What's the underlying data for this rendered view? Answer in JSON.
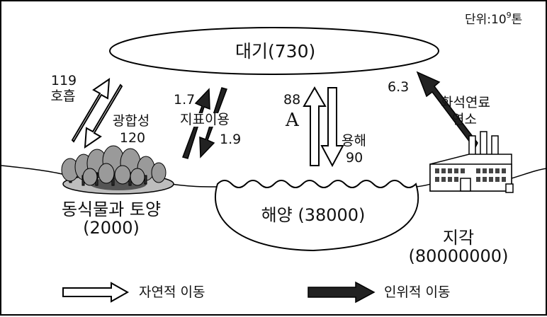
{
  "unit": {
    "prefix": "단위:10",
    "exponent": "9",
    "suffix": "톤"
  },
  "atmosphere": {
    "label": "대기(730)",
    "value": 730
  },
  "respiration": {
    "value": "119",
    "label": "호흡"
  },
  "photosynthesis": {
    "label": "광합성",
    "value": "120"
  },
  "land_use": {
    "value_in": "1.7",
    "label": "지표이용",
    "value_out": "1.9"
  },
  "ocean_exchange": {
    "value_up": "88",
    "unknown": "A",
    "label": "용해",
    "value_down": "90"
  },
  "fossil_fuel": {
    "value": "6.3",
    "label_line1": "화석연료",
    "label_line2": "연소"
  },
  "biosphere": {
    "label": "동식물과 토양",
    "value": "(2000)"
  },
  "ocean": {
    "label": "해양 (38000)",
    "value": 38000
  },
  "crust": {
    "label": "지각",
    "value": "(80000000)"
  },
  "legend": {
    "natural": "자연적 이동",
    "human": "인위적 이동"
  },
  "colors": {
    "outline": "#000000",
    "human_arrow": "#222222",
    "natural_arrow": "#ffffff",
    "tree_fill": "#9a9a9a"
  }
}
